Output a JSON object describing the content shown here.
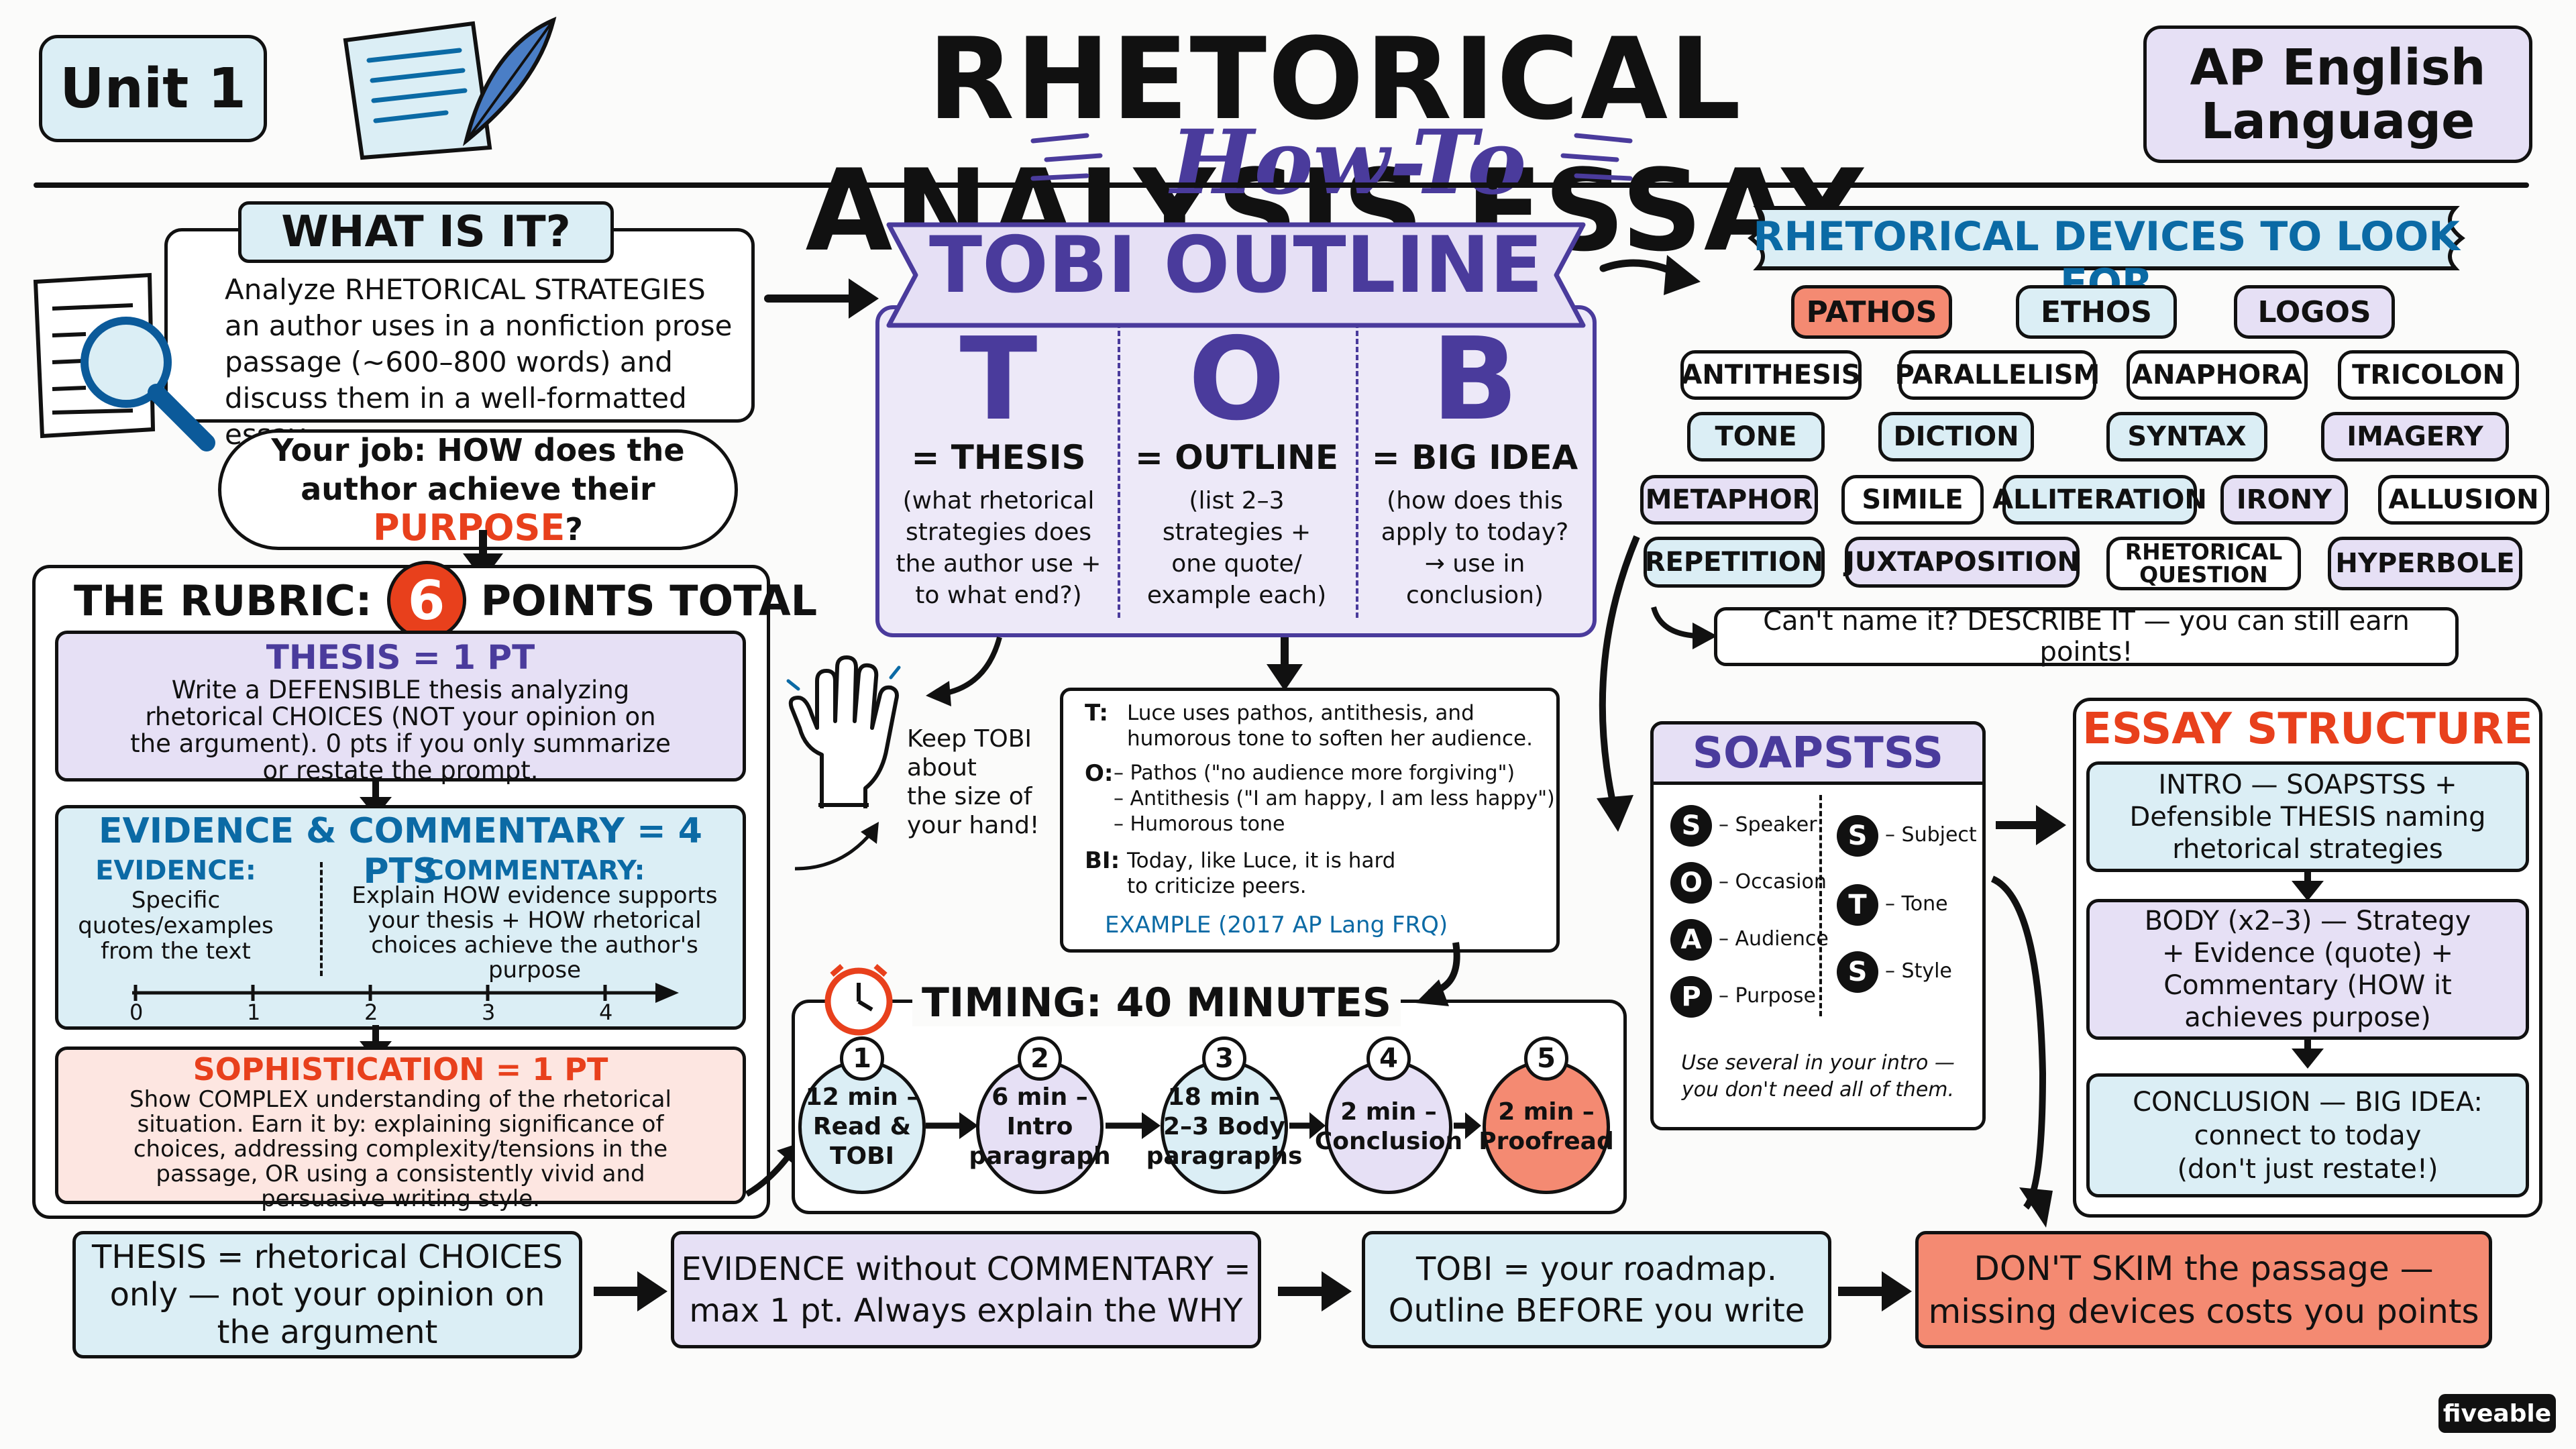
{
  "header": {
    "unit": "Unit 1",
    "title": "RHETORICAL ANALYSIS ESSAY",
    "subtitle": "How-To",
    "course": "AP English\nLanguage"
  },
  "what": {
    "heading": "WHAT IS IT?",
    "body": "Analyze RHETORICAL STRATEGIES\nan author uses in a nonfiction prose\npassage (~600–800 words) and\ndiscuss them in a well-formatted essay.",
    "job_pre": "Your job: HOW does the\nauthor achieve their ",
    "job_purpose": "PURPOSE",
    "job_post": "?"
  },
  "rubric": {
    "pre": "THE RUBRIC:",
    "num": "6",
    "post": "POINTS TOTAL",
    "thesis": {
      "title": "THESIS = 1 PT",
      "body": "Write a DEFENSIBLE thesis analyzing\nrhetorical CHOICES (NOT your opinion on\nthe argument). 0 pts if you only summarize\nor restate the prompt."
    },
    "evidence": {
      "title": "EVIDENCE & COMMENTARY = 4 PTS",
      "ev_head": "EVIDENCE:",
      "ev_body": "Specific\nquotes/examples\nfrom the text",
      "com_head": "COMMENTARY:",
      "com_body": "Explain HOW evidence supports\nyour thesis + HOW rhetorical\nchoices achieve the author's\npurpose",
      "scale": [
        "0",
        "1",
        "2",
        "3",
        "4"
      ]
    },
    "soph": {
      "title": "SOPHISTICATION = 1 PT",
      "body": "Show COMPLEX understanding of the rhetorical\nsituation. Earn it by: explaining significance of\nchoices, addressing complexity/tensions in the\npassage, OR using a consistently vivid and\npersuasive writing style."
    }
  },
  "tobi": {
    "banner": "TOBI OUTLINE",
    "cols": [
      {
        "letter": "T",
        "name": "= THESIS",
        "desc": "(what rhetorical\nstrategies does\nthe author use +\nto what end?)"
      },
      {
        "letter": "O",
        "name": "= OUTLINE",
        "desc": "(list 2–3\nstrategies +\none quote/\nexample each)"
      },
      {
        "letter": "B",
        "name": "= BIG IDEA",
        "desc": "(how does this\napply to today?\n→ use in\nconclusion)"
      }
    ],
    "hand": "Keep TOBI\nabout\nthe size of\nyour hand!",
    "example": {
      "t_lbl": "T:",
      "t_txt": "Luce uses pathos, antithesis, and\nhumorous tone to soften her audience.",
      "o_lbl": "O:",
      "o_txt": "– Pathos (\"no audience more forgiving\")\n– Antithesis (\"I am happy, I am less happy\")\n– Humorous tone",
      "bi_lbl": "BI:",
      "bi_txt": "Today, like Luce, it is hard\nto criticize peers.",
      "src": "EXAMPLE (2017 AP Lang FRQ)"
    }
  },
  "timing": {
    "title": "TIMING: 40 MINUTES",
    "steps": [
      {
        "n": "1",
        "t": "12 min –\nRead &\nTOBI"
      },
      {
        "n": "2",
        "t": "6 min –\nIntro\nparagraph"
      },
      {
        "n": "3",
        "t": "18 min –\n2–3 Body\nparagraphs"
      },
      {
        "n": "4",
        "t": "2 min –\nConclusion"
      },
      {
        "n": "5",
        "t": "2 min –\nProofread"
      }
    ]
  },
  "devices": {
    "heading": "RHETORICAL DEVICES TO LOOK FOR",
    "items": [
      "PATHOS",
      "ETHOS",
      "LOGOS",
      "ANTITHESIS",
      "PARALLELISM",
      "ANAPHORA",
      "TRICOLON",
      "TONE",
      "DICTION",
      "SYNTAX",
      "IMAGERY",
      "METAPHOR",
      "SIMILE",
      "ALLITERATION",
      "IRONY",
      "ALLUSION",
      "REPETITION",
      "JUXTAPOSITION",
      "RHETORICAL\nQUESTION",
      "HYPERBOLE"
    ],
    "note": "Can't name it? DESCRIBE IT — you can still earn points!"
  },
  "soapstss": {
    "title": "SOAPSTSS",
    "left": [
      {
        "l": "S",
        "t": "– Speaker"
      },
      {
        "l": "O",
        "t": "– Occasion"
      },
      {
        "l": "A",
        "t": "– Audience"
      },
      {
        "l": "P",
        "t": "– Purpose"
      }
    ],
    "right": [
      {
        "l": "S",
        "t": "– Subject"
      },
      {
        "l": "T",
        "t": "– Tone"
      },
      {
        "l": "S",
        "t": "– Style"
      }
    ],
    "note": "Use several in your intro —\nyou don't need all of them."
  },
  "structure": {
    "title": "ESSAY STRUCTURE",
    "intro": "INTRO — SOAPSTSS +\nDefensible THESIS naming\nrhetorical strategies",
    "body": "BODY (x2–3) — Strategy\n+ Evidence (quote) +\nCommentary (HOW it\nachieves purpose)",
    "concl": "CONCLUSION — BIG IDEA:\nconnect to today\n(don't just restate!)"
  },
  "tips": [
    "THESIS = rhetorical CHOICES\nonly — not your opinion on\nthe argument",
    "EVIDENCE without COMMENTARY =\nmax 1 pt. Always explain the WHY",
    "TOBI = your roadmap.\nOutline BEFORE you write",
    "DON'T SKIM the passage —\nmissing devices costs you points"
  ],
  "brand": "fiveable",
  "colors": {
    "blue": "#dbeef5",
    "purple": "#e6e0f5",
    "red": "#f48a72",
    "accent_red": "#e8401c",
    "accent_purple": "#4a3b9c",
    "accent_blue": "#0b6aa5"
  }
}
